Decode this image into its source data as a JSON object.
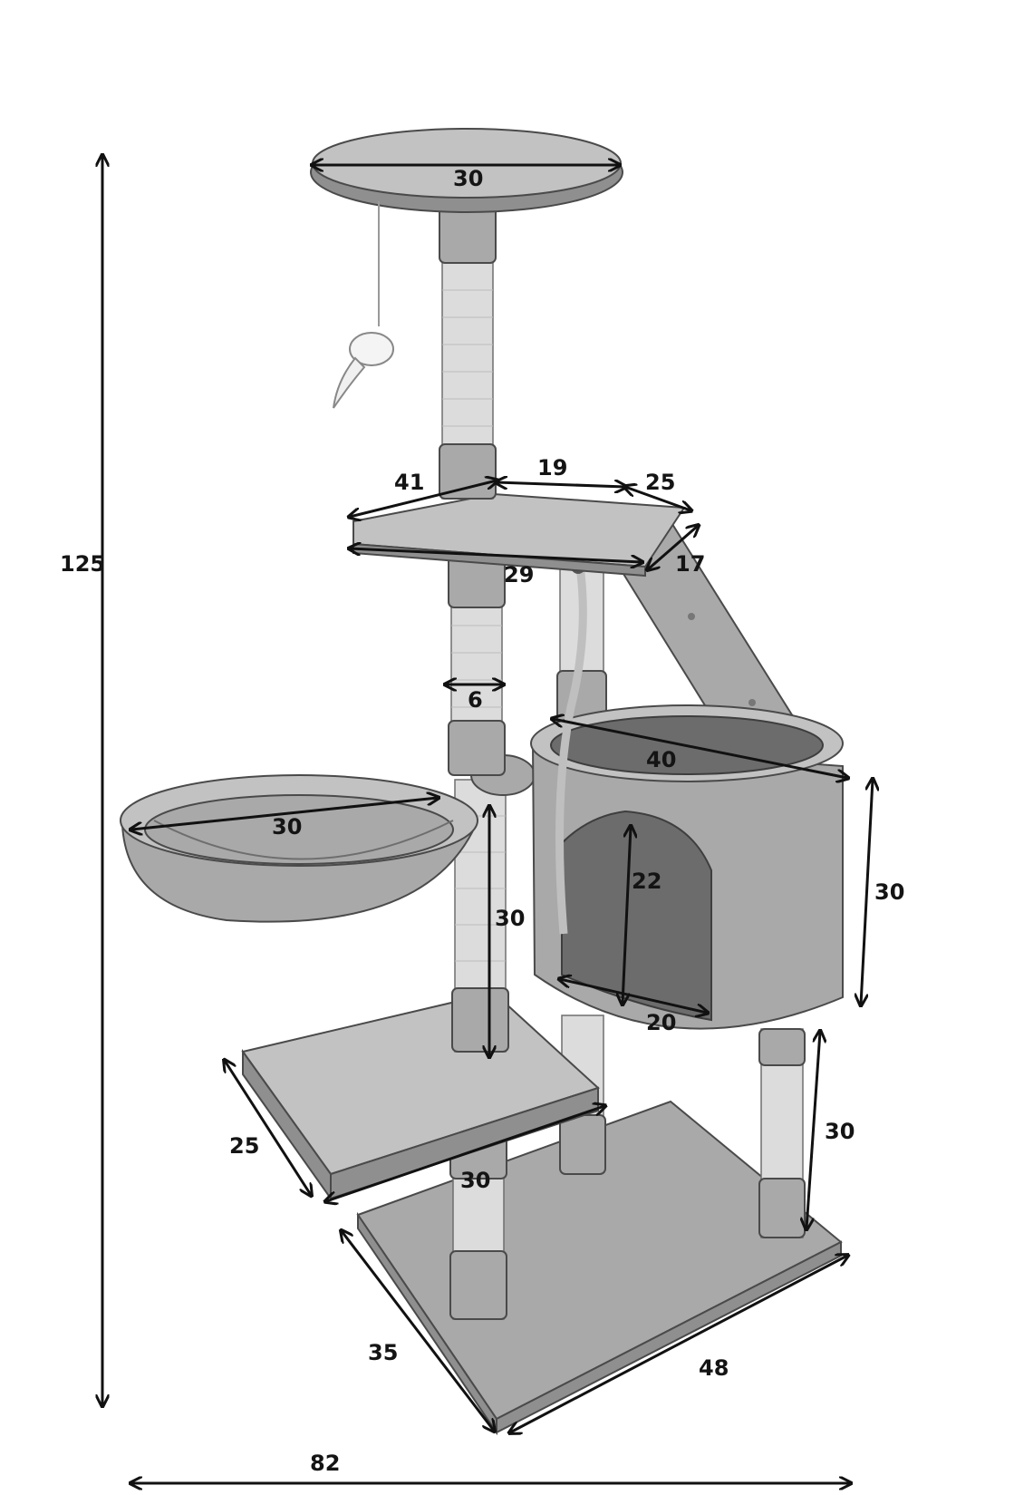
{
  "diagram": {
    "dimensions": {
      "total_height": "125",
      "total_width": "82",
      "top_platform_diameter": "30",
      "mid_platform_left": "41",
      "mid_platform_middle": "19",
      "mid_platform_right": "25",
      "mid_platform_length": "29",
      "mid_platform_corner": "17",
      "post_diameter": "6",
      "basket_diameter": "30",
      "condo_diameter": "40",
      "post_height_upper": "30",
      "condo_door_height": "22",
      "condo_height": "30",
      "condo_door_width": "20",
      "step_depth": "25",
      "step_width": "30",
      "condo_leg_height": "30",
      "base_depth": "35",
      "base_width": "48"
    }
  }
}
